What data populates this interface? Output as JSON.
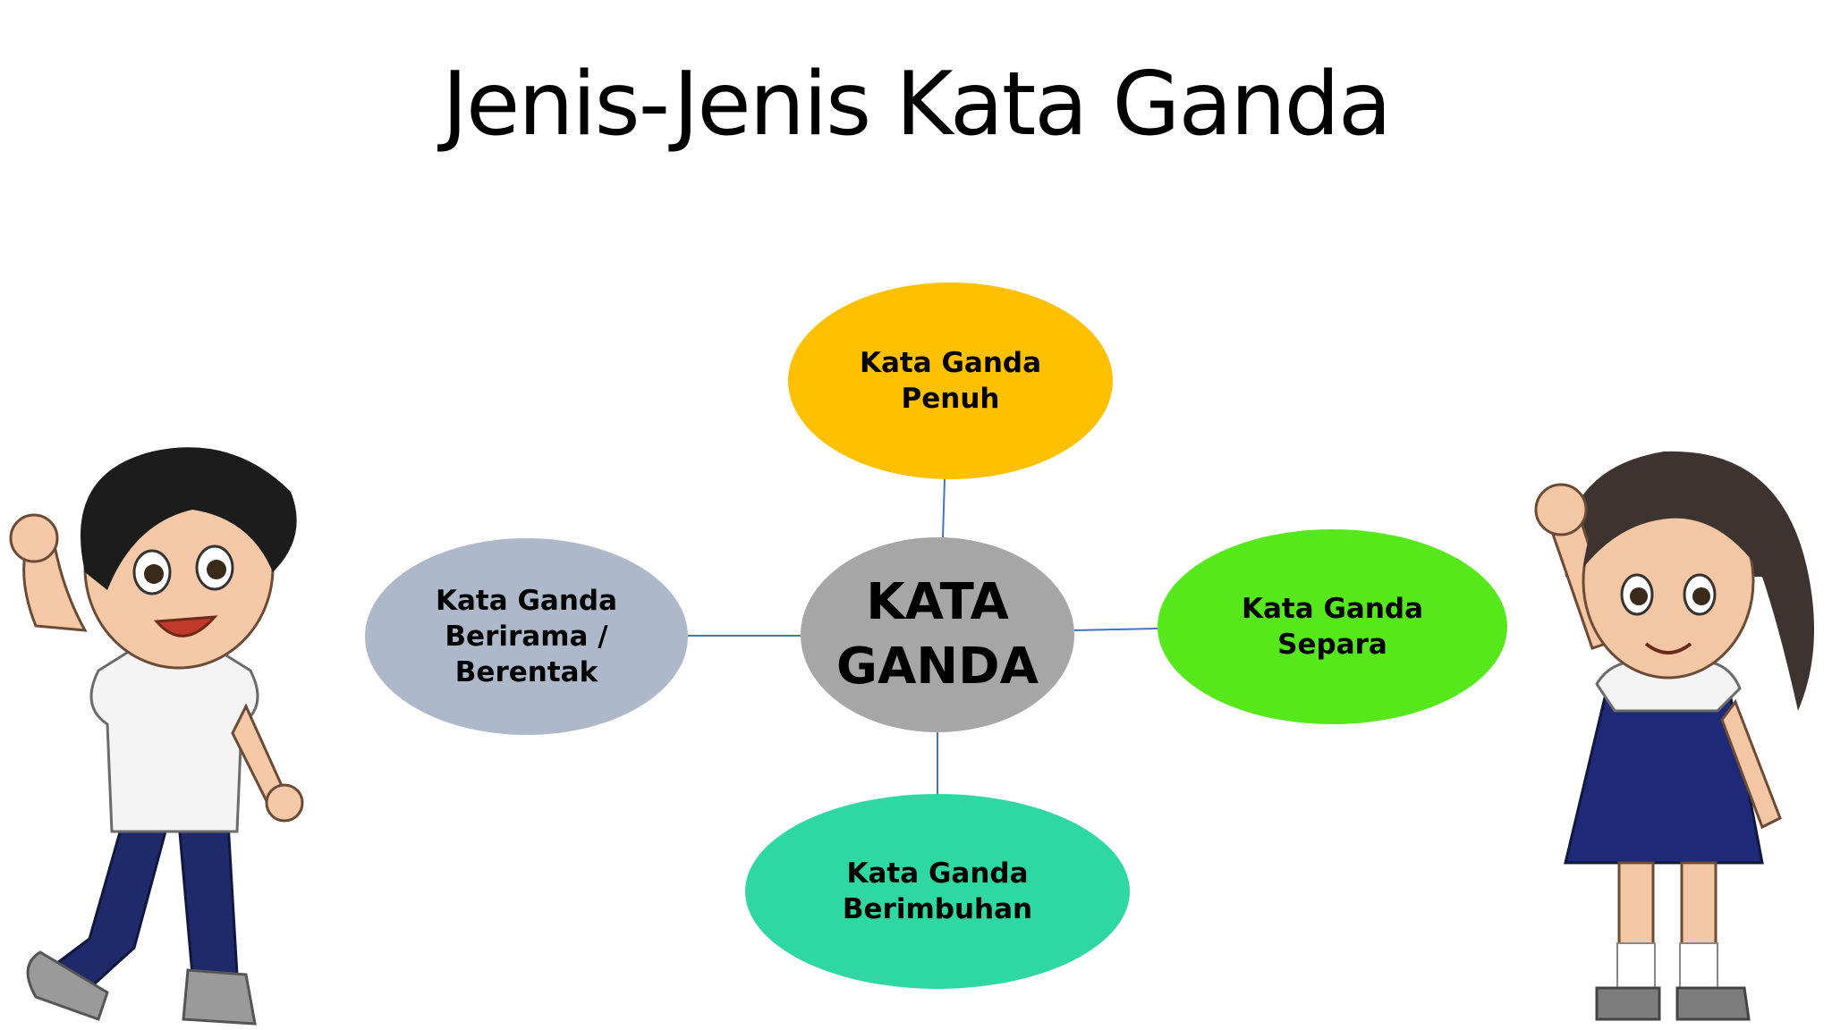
{
  "slide": {
    "title": "Jenis-Jenis Kata Ganda"
  },
  "diagram": {
    "center": {
      "label": "KATA\nGANDA",
      "color": "#a6a6a6"
    },
    "nodes": {
      "top": {
        "label": "Kata Ganda\nPenuh",
        "color": "#ffc000"
      },
      "right": {
        "label": "Kata Ganda\nSepara",
        "color": "#57e81c"
      },
      "bottom": {
        "label": "Kata Ganda\nBerimbuhan",
        "color": "#2fd8a3"
      },
      "left": {
        "label": "Kata Ganda\nBerirama /\nBerentak",
        "color": "#adb9ca"
      }
    },
    "connector_color": "#4472c4"
  },
  "illustrations": {
    "left": "cartoon-boy-school-uniform",
    "right": "cartoon-girl-school-uniform"
  }
}
